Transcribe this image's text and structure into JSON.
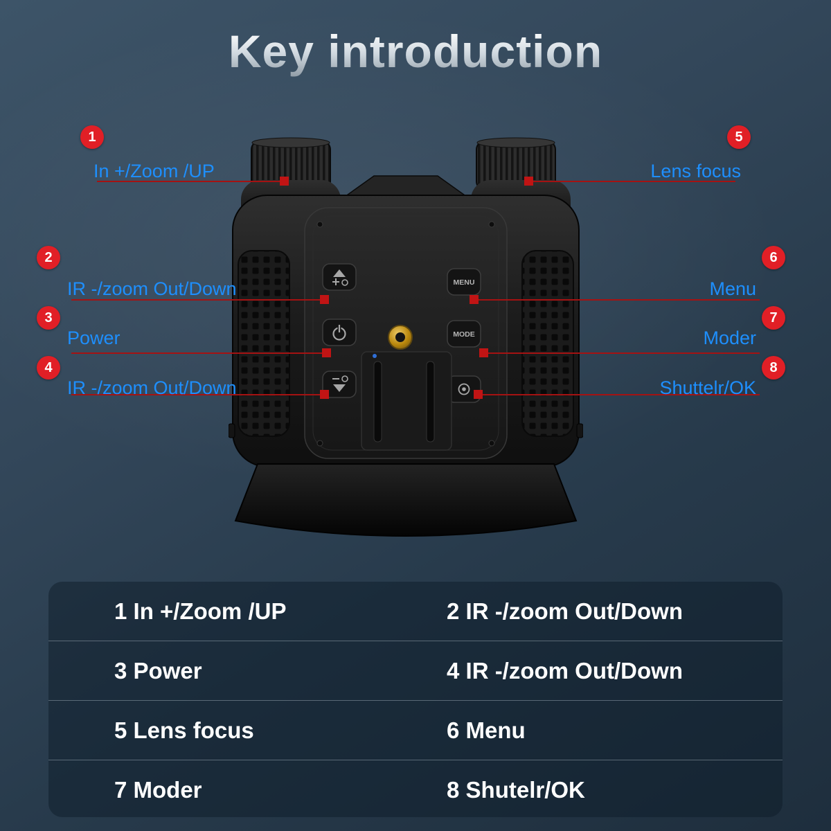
{
  "title": "Key introduction",
  "colors": {
    "background_top": "#3d5468",
    "background_bottom": "#1e2e3d",
    "badge_red": "#e11f26",
    "label_blue": "#1e8ffd",
    "callout_line_red": "#a51212",
    "table_text": "#ffffff"
  },
  "callouts": {
    "left": [
      {
        "num": "1",
        "label": "In +/Zoom /UP"
      },
      {
        "num": "2",
        "label": "IR -/zoom Out/Down"
      },
      {
        "num": "3",
        "label": "Power"
      },
      {
        "num": "4",
        "label": "IR -/zoom Out/Down"
      }
    ],
    "right": [
      {
        "num": "5",
        "label": "Lens focus"
      },
      {
        "num": "6",
        "label": "Menu"
      },
      {
        "num": "7",
        "label": "Moder"
      },
      {
        "num": "8",
        "label": "Shuttelr/OK"
      }
    ]
  },
  "device": {
    "buttons": {
      "menu": "MENU",
      "mode": "MODE"
    }
  },
  "table": {
    "rows": [
      {
        "left": "1 In +/Zoom /UP",
        "right": "2 IR -/zoom Out/Down"
      },
      {
        "left": "3 Power",
        "right": "4 IR -/zoom Out/Down"
      },
      {
        "left": "5 Lens focus",
        "right": "6 Menu"
      },
      {
        "left": "7 Moder",
        "right": "8 Shutelr/OK"
      }
    ]
  }
}
